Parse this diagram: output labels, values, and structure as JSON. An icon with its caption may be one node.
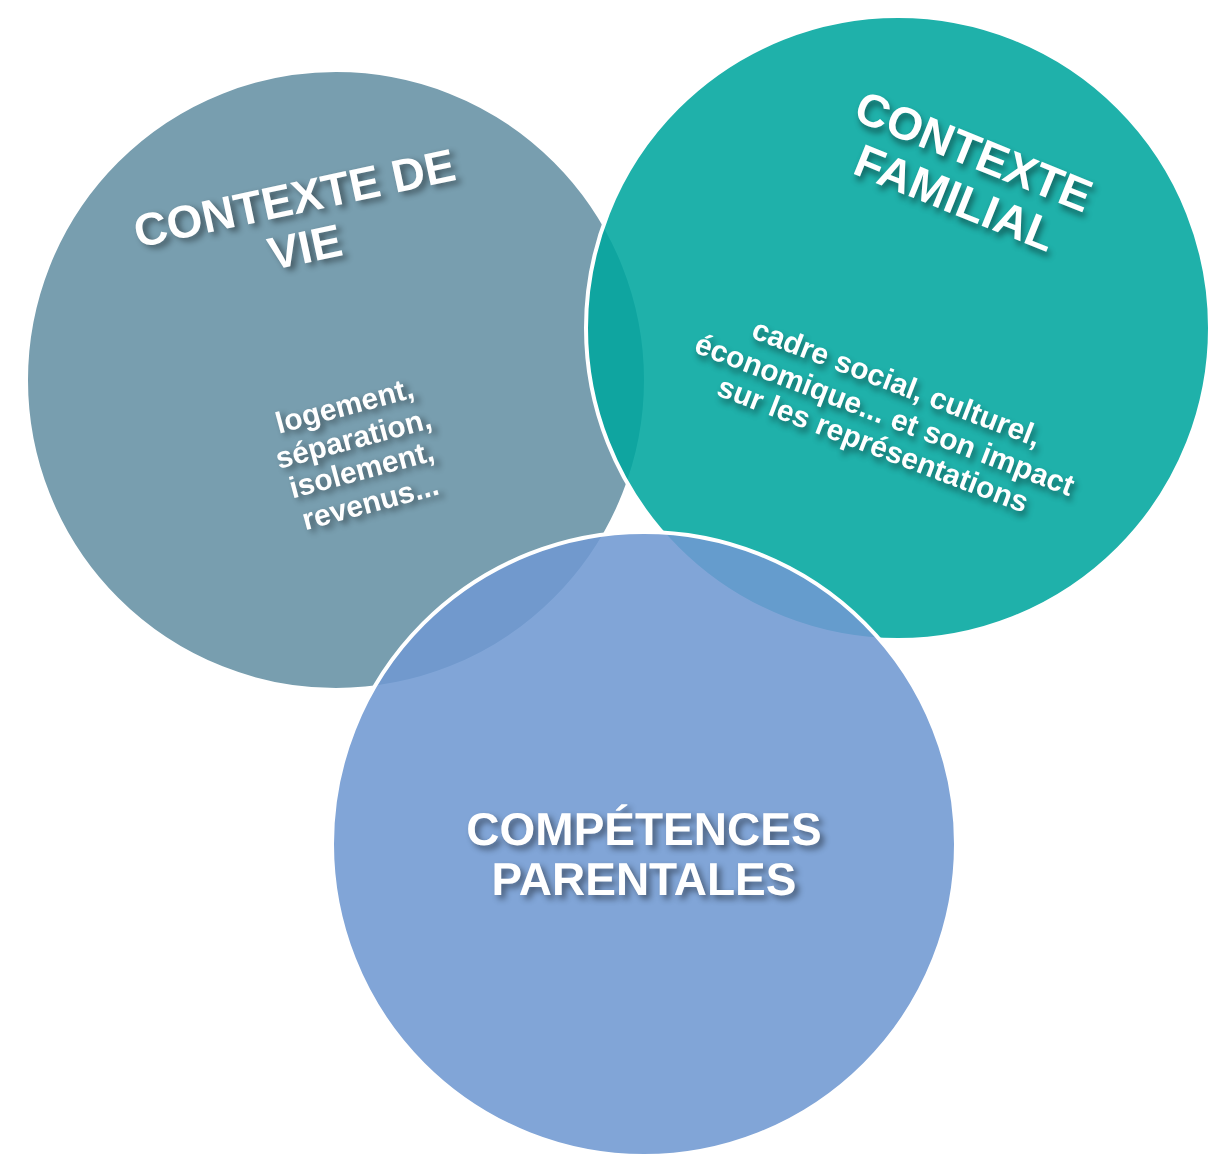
{
  "diagram": {
    "nodes": [
      {
        "text": [
          "CONTEXTE DE VIE",
          "logement, séparation, isolement, revenus..."
        ]
      },
      {
        "text": [
          "CONTEXTE FAMILIAL",
          "cadre social, culturel, économique... et son impact sur les représentations"
        ]
      },
      {
        "text": [
          "COMPÉTENCES PARENTALES"
        ]
      }
    ]
  }
}
